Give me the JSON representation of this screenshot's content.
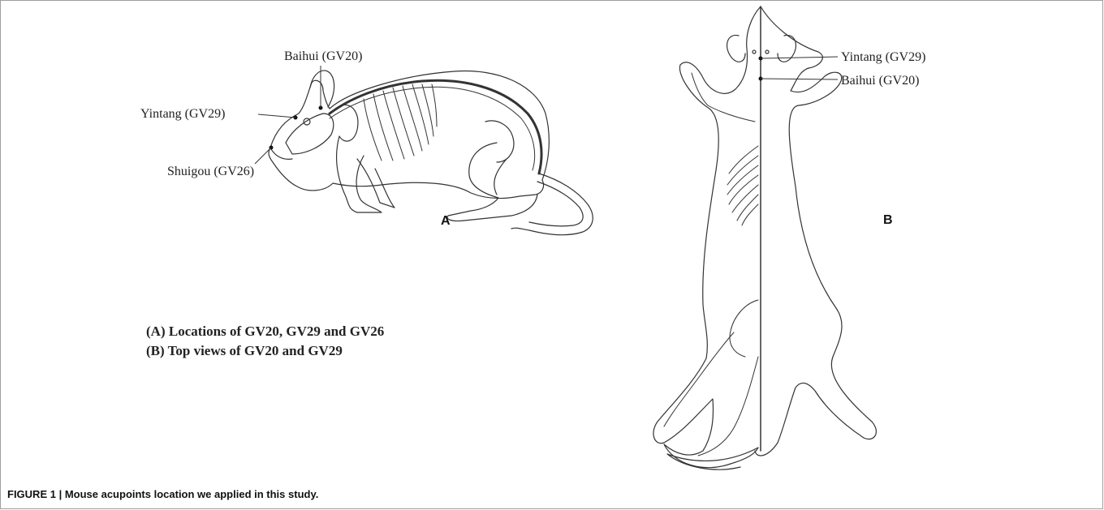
{
  "side_view": {
    "panel_label": "A",
    "labels": {
      "baihui": "Baihui (GV20)",
      "yintang": "Yintang (GV29)",
      "shuigou": "Shuigou (GV26)"
    }
  },
  "top_view": {
    "panel_label": "B",
    "labels": {
      "yintang": "Yintang (GV29)",
      "baihui": "Baihui (GV20)"
    }
  },
  "legend": {
    "line_a": "(A) Locations of GV20, GV29 and GV26",
    "line_b": "(B) Top views of GV20 and GV29"
  },
  "caption": "FIGURE 1 | Mouse acupoints location we applied in this study."
}
